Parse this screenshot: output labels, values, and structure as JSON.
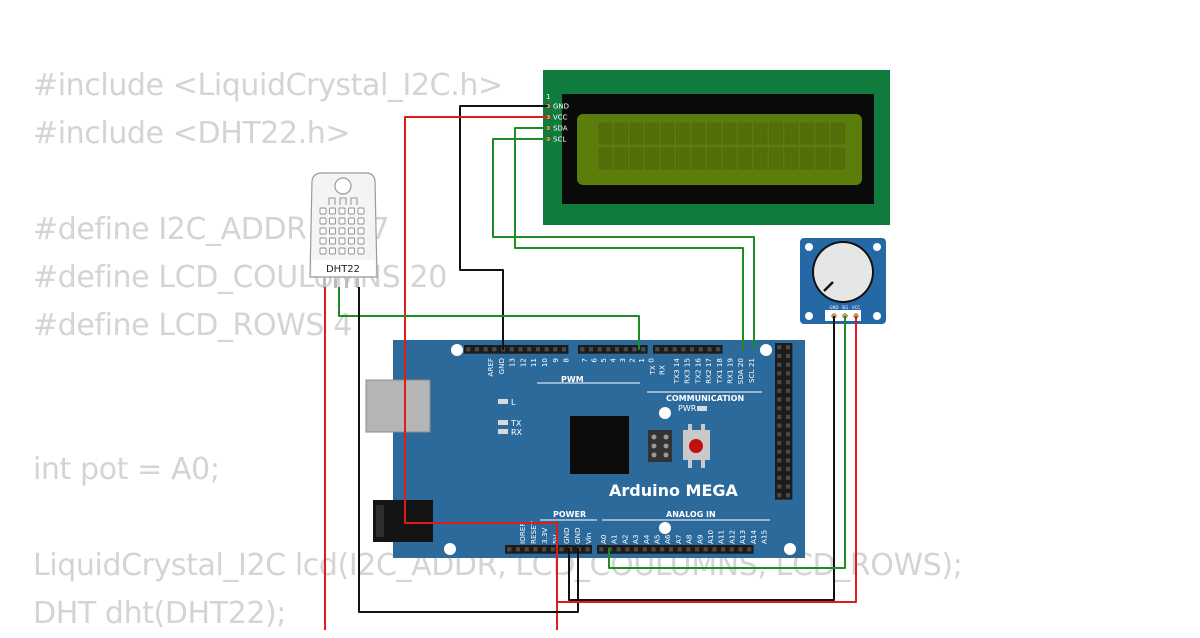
{
  "code_lines": [
    "#include <LiquidCrystal_I2C.h>",
    "#include <DHT22.h>",
    "",
    "#define I2C_ADDR 0x27",
    "#define LCD_COULUMNS 20",
    "#define LCD_ROWS 4",
    "",
    "",
    "int pot = A0;",
    "",
    "LiquidCrystal_I2C lcd(I2C_ADDR, LCD_COULUMNS, LCD_ROWS);",
    "DHT dht(DHT22);"
  ],
  "dht": {
    "label": "DHT22"
  },
  "lcd": {
    "pin1_label": "1",
    "pins": [
      "GND",
      "VCC",
      "SDA",
      "SCL"
    ]
  },
  "pot": {
    "pins": [
      "GND",
      "SIG",
      "VCC"
    ]
  },
  "arduino": {
    "name": "Arduino MEGA",
    "pwm_label": "PWM",
    "comm_label": "COMMUNICATION",
    "power_label": "POWER",
    "analog_label": "ANALOG IN",
    "pwr_label": "PWR",
    "led_l": "L",
    "led_tx": "TX",
    "led_rx": "RX",
    "top_pins": [
      "AREF",
      "GND",
      "13",
      "12",
      "11",
      "10",
      "9",
      "8"
    ],
    "pwm_pins": [
      "7",
      "6",
      "5",
      "4",
      "3",
      "2",
      "1",
      "0"
    ],
    "pwm_sub": [
      "TX",
      "RX"
    ],
    "comm_pins": [
      "TX3 14",
      "RX3 15",
      "TX2 16",
      "RX2 17",
      "TX1 18",
      "RX1 19",
      "SDA 20",
      "SCL 21"
    ],
    "power_pins": [
      "IOREF",
      "RESET",
      "3.3V",
      "5V",
      "GND",
      "GND",
      "Vin"
    ],
    "analog_pins": [
      "A0",
      "A1",
      "A2",
      "A3",
      "A4",
      "A5",
      "A6",
      "A7",
      "A8",
      "A9",
      "A10",
      "A11",
      "A12",
      "A13",
      "A14",
      "A15"
    ]
  },
  "colors": {
    "board": "#2d6a9c",
    "board_dark": "#1e4f78",
    "lcd_pcb": "#0f7c3e",
    "lcd_screen": "#5a7d0c",
    "wire_red": "#e01b1b",
    "wire_black": "#111111",
    "wire_green": "#1f8b24",
    "code_text": "#d4d4d4"
  }
}
